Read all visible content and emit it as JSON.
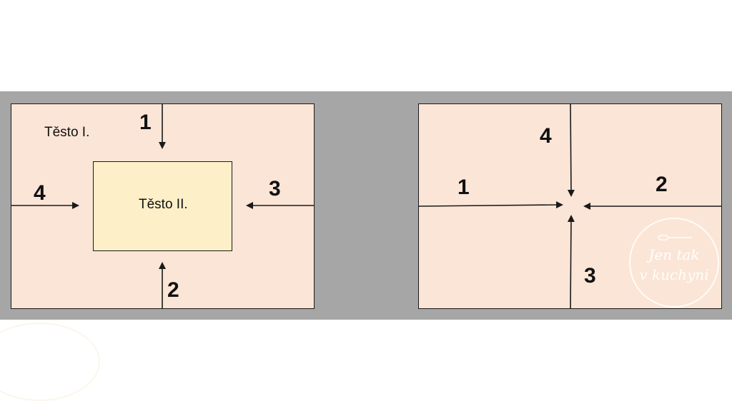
{
  "left_diagram": {
    "outer_label": "Těsto I.",
    "inner_label": "Těsto II.",
    "step_labels": [
      "1",
      "2",
      "3",
      "4"
    ]
  },
  "right_diagram": {
    "step_labels": [
      "1",
      "2",
      "3",
      "4"
    ]
  },
  "watermark": {
    "line1": "Jen tak",
    "line2": "v kuchyni"
  },
  "colors": {
    "band": "#a6a6a6",
    "panel_fill": "#fbe5d6",
    "inner_fill": "#fdefc8",
    "stroke": "#1a1a1a"
  }
}
